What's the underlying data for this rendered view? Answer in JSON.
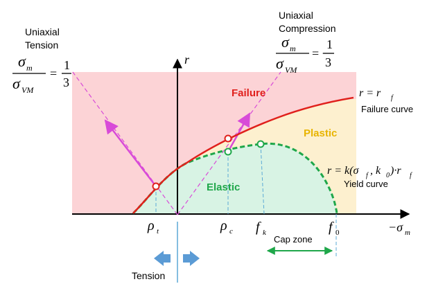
{
  "labels": {
    "uniaxial_tension": [
      "Uniaxial",
      "Tension"
    ],
    "uniaxial_compression": [
      "Uniaxial",
      "Compression"
    ],
    "axis_r": "r",
    "axis_sigma": "−σ",
    "axis_sigma_sub": "m",
    "failure": "Failure",
    "plastic": "Plastic",
    "elastic": "Elastic",
    "failure_curve_eq": "r = r",
    "failure_curve_eq_sub": "f",
    "failure_curve": "Failure curve",
    "yield_curve_eq": "r = k(σ",
    "yield_curve_eq_tail": ", k",
    "yield_curve_eq_end": ")·r",
    "yield_curve": "Yield curve",
    "rho_t": "ρ",
    "rho_t_sub": "t",
    "rho_c": "ρ",
    "rho_c_sub": "c",
    "f_k": "f",
    "f_k_sub": "k",
    "f_0": "f",
    "f_0_sub": "0",
    "cap_zone": "Cap zone",
    "tension": "Tension",
    "ratio_num": "σ",
    "ratio_num_sub": "m",
    "ratio_den": "σ",
    "ratio_den_sub": "VM",
    "tension_ratio_value": "1",
    "tension_ratio_den": "3",
    "compression_ratio_value": "1",
    "compression_ratio_den": "3",
    "equals": "=",
    "equals_minus": "= −"
  },
  "colors": {
    "failure_region": "#fcd3d6",
    "plastic_region": "#fdf0cf",
    "elastic_region": "#d8f3e4",
    "failure_curve": "#e0201c",
    "yield_curve": "#1fa74a",
    "load_path": "#d84ad8",
    "guide_line": "#5aa9d6",
    "arrow_blue": "#5b9bd5"
  }
}
